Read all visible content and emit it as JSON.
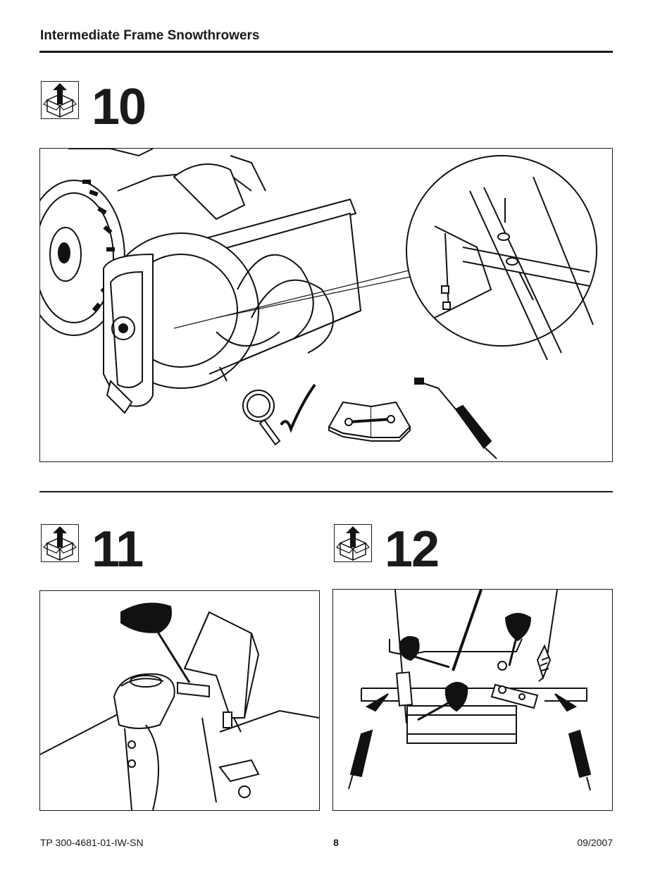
{
  "header": {
    "title": "Intermediate Frame Snowthrowers"
  },
  "steps": [
    {
      "number": "10",
      "icon": "unbox-icon"
    },
    {
      "number": "11",
      "icon": "unbox-icon"
    },
    {
      "number": "12",
      "icon": "unbox-icon"
    }
  ],
  "footer": {
    "doc_number": "TP 300-4681-01-IW-SN",
    "page_number": "8",
    "date": "09/2007"
  }
}
